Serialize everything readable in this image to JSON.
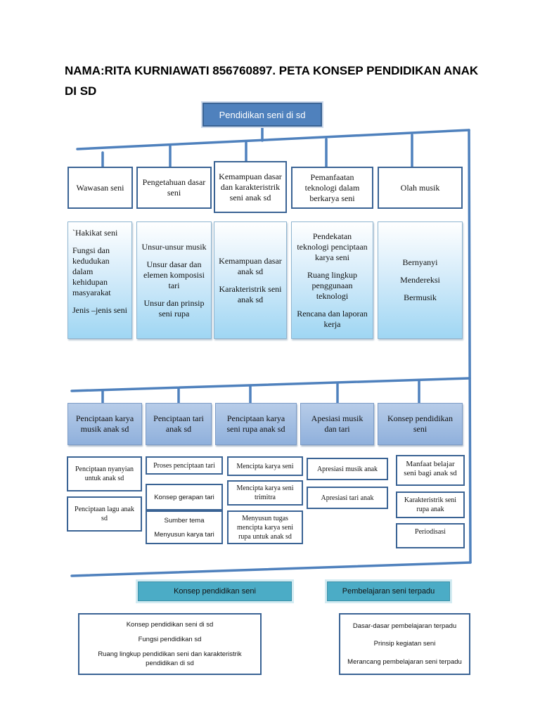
{
  "title": "NAMA:RITA KURNIAWATI 856760897. PETA KONSEP PENDIDIKAN ANAK DI SD",
  "root": "Pendidikan seni di sd",
  "row1": [
    {
      "header": "Wawasan seni",
      "items": [
        "`Hakikat seni",
        "Fungsi dan kedudukan dalam kehidupan masyarakat",
        "Jenis –jenis seni"
      ]
    },
    {
      "header": "Pengetahuan dasar seni",
      "items": [
        "Unsur-unsur musik",
        "Unsur dasar dan elemen komposisi tari",
        "Unsur dan prinsip seni rupa"
      ]
    },
    {
      "header": "Kemampuan dasar dan karakteristrik seni anak sd",
      "items": [
        "Kemampuan dasar anak sd",
        "Karakteristrik seni anak sd"
      ]
    },
    {
      "header": "Pemanfaatan teknologi dalam berkarya seni",
      "items": [
        "Pendekatan teknologi penciptaan karya seni",
        "Ruang lingkup penggunaan teknologi",
        "Rencana dan laporan kerja"
      ]
    },
    {
      "header": "Olah musik",
      "items": [
        "Bernyanyi",
        "Mendereksi",
        "Bermusik"
      ]
    }
  ],
  "row2": [
    {
      "header": "Penciptaan karya musik anak sd",
      "items": [
        "Penciptaan nyanyian untuk anak sd",
        "Penciptaan lagu anak sd"
      ]
    },
    {
      "header": "Penciptaan tari anak sd",
      "items": [
        "Proses penciptaan tari",
        "Konsep gerapan tari",
        "Sumber tema",
        "Menyusun karya tari"
      ]
    },
    {
      "header": "Penciptaan karya seni rupa anak sd",
      "items": [
        "Mencipta karya seni",
        "Mencipta karya seni trimitra",
        "Menyusun tugas mencipta karya seni rupa untuk anak sd"
      ]
    },
    {
      "header": "Apesiasi musik dan tari",
      "items": [
        "Apresiasi musik anak",
        "Apresiasi tari anak"
      ]
    },
    {
      "header": "Konsep pendidikan seni",
      "items": [
        "Manfaat belajar seni bagi anak sd",
        "Karakteristrik seni rupa  anak",
        "Periodisasi"
      ]
    }
  ],
  "bottom": [
    {
      "header": "Konsep pendidikan seni",
      "items": [
        "Konsep pendidikan seni di sd",
        "Fungsi pendidikan sd",
        "Ruang lingkup pendidikan seni dan karakteristrik pendidikan di sd"
      ]
    },
    {
      "header": "Pembelajaran seni terpadu",
      "items": [
        "Dasar-dasar pembelajaran terpadu",
        "Prinsip kegiatan seni",
        "Merancang pembelajaran seni terpadu"
      ]
    }
  ],
  "colors": {
    "line": "#4f81bd",
    "root_fill": "#4f81bd",
    "cyan_fill": "#4bacc6",
    "box_border": "#3a6394"
  }
}
